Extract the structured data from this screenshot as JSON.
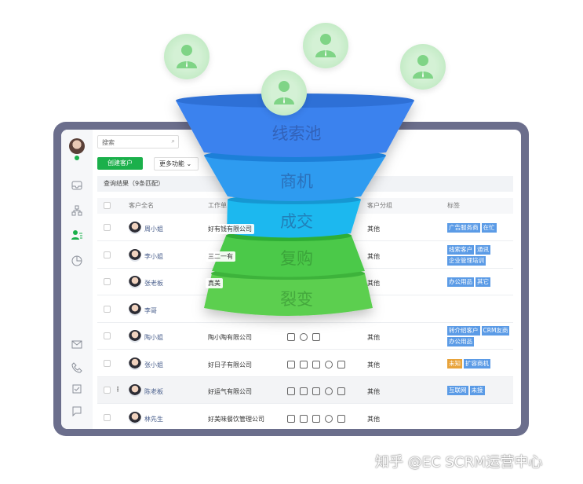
{
  "sidebar": {
    "items": [
      "inbox-icon",
      "org-icon",
      "customers-icon",
      "report-icon",
      "mail-icon",
      "phone-icon",
      "task-icon",
      "message-icon"
    ]
  },
  "toolbar": {
    "search_placeholder": "搜索",
    "create_label": "创建客户",
    "more_label": "更多功能"
  },
  "result_text": "查询结果（9条匹配）",
  "table": {
    "headers": [
      "客户全名",
      "工作单",
      "客户分组",
      "标签"
    ],
    "rows": [
      {
        "name": "周小姐",
        "company": "好有钱有限公司",
        "group": "其他",
        "tags": [
          "广告服务商",
          "在忙"
        ],
        "actions": 0
      },
      {
        "name": "李小姐",
        "company": "三二一有",
        "group": "其他",
        "tags": [
          "线索客户",
          "通讯",
          "企业管理培训"
        ],
        "actions": 0
      },
      {
        "name": "张老板",
        "company": "真美",
        "group": "其他",
        "tags": [
          "办公用品",
          "其它"
        ],
        "actions": 0
      },
      {
        "name": "李哥",
        "company": "",
        "group": "",
        "tags": [],
        "actions": 0
      },
      {
        "name": "陶小姐",
        "company": "陶小陶有限公司",
        "group": "其他",
        "tags": [
          "转介绍客户",
          "CRM友商",
          "办公用品"
        ],
        "actions": 3
      },
      {
        "name": "张小姐",
        "company": "好日子有限公司",
        "group": "其他",
        "tags": [
          "未知",
          "扩容商机"
        ],
        "actions": 5
      },
      {
        "name": "陈老板",
        "company": "好运气有限公司",
        "group": "其他",
        "tags": [
          "互联网",
          "未接"
        ],
        "actions": 5,
        "highlighted": true
      },
      {
        "name": "林先生",
        "company": "好美味餐饮管理公司",
        "group": "其他",
        "tags": [],
        "actions": 5
      }
    ]
  },
  "tag_colors": {
    "default": "#5b9be6",
    "未知": "#e8a33a"
  },
  "funnel": {
    "stages": [
      "线索池",
      "商机",
      "成交",
      "复购",
      "裂变"
    ],
    "colors": [
      "#3b82ee",
      "#2f9bf0",
      "#1ab8ef",
      "#4cc94a",
      "#5ccf4f"
    ]
  },
  "watermark": "知乎 @EC SCRM运营中心"
}
